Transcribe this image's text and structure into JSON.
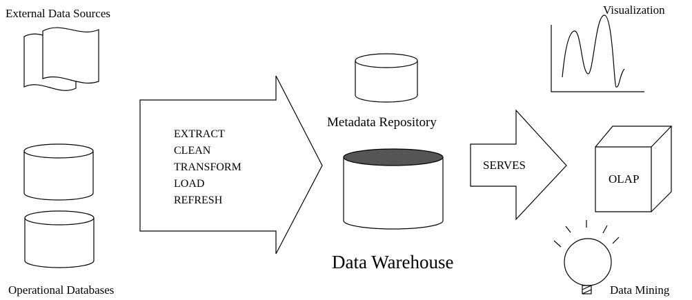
{
  "labels": {
    "external_sources": "External Data Sources",
    "operational_databases": "Operational Databases",
    "metadata_repository": "Metadata Repository",
    "data_warehouse": "Data Warehouse",
    "serves": "SERVES",
    "visualization": "Visualization",
    "olap": "OLAP",
    "data_mining": "Data Mining"
  },
  "etl_steps": [
    "EXTRACT",
    "CLEAN",
    "TRANSFORM",
    "LOAD",
    "REFRESH"
  ],
  "colors": {
    "stroke": "#000000",
    "warehouse_top": "#555555",
    "background": "#ffffff"
  }
}
